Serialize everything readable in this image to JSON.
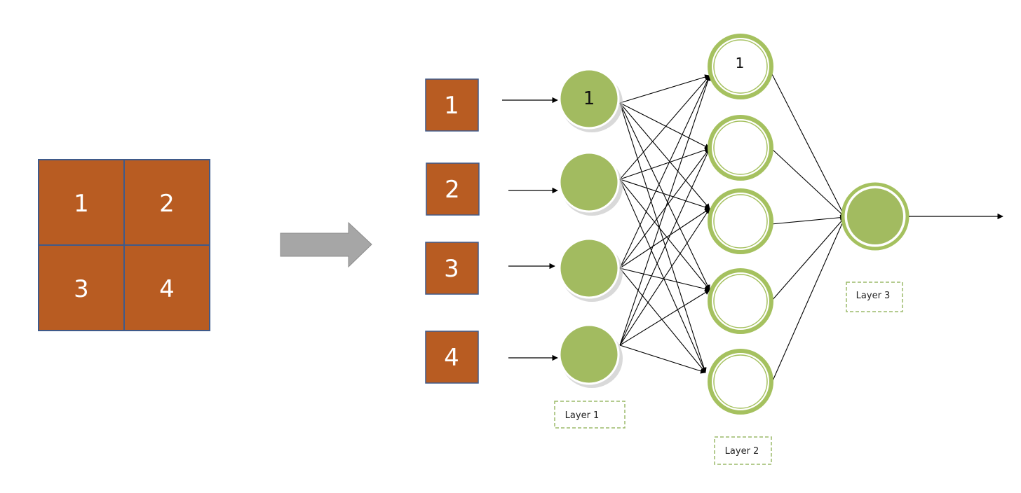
{
  "grid": {
    "cells": [
      "1",
      "2",
      "3",
      "4"
    ],
    "fill": "#b85c22",
    "border": "#3f5a8a"
  },
  "inputs": [
    "1",
    "2",
    "3",
    "4"
  ],
  "layer1": {
    "label": "Layer 1",
    "nodes": [
      "1",
      "",
      "",
      ""
    ]
  },
  "layer2": {
    "label": "Layer 2",
    "nodes": [
      "1",
      "",
      "",
      "",
      ""
    ]
  },
  "layer3": {
    "label": "Layer 3",
    "nodes": [
      ""
    ]
  },
  "colors": {
    "node_green": "#a2bb60",
    "node_ring": "#a5c15f",
    "arrow_gray": "#a6a6a6",
    "label_border": "#9cba6a"
  }
}
